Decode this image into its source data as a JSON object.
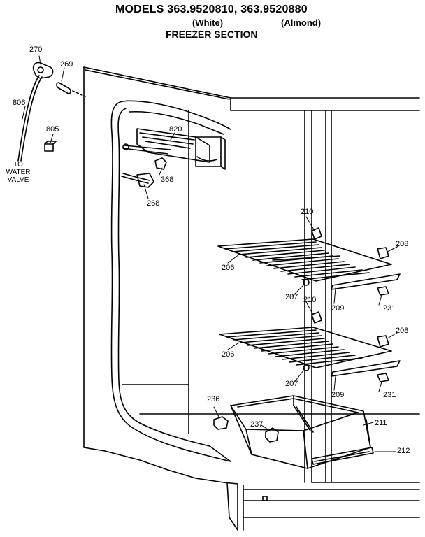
{
  "header": {
    "models": "MODELS 363.9520810, 363.9520880",
    "white": "(White)",
    "almond": "(Almond)",
    "section": "FREEZER SECTION"
  },
  "labels": {
    "p270": "270",
    "p269": "269",
    "p806": "806",
    "p805": "805",
    "to_water_1": "TO",
    "to_water_2": "WATER",
    "to_water_3": "VALVE",
    "p820": "820",
    "p368": "368",
    "p268": "268",
    "p210a": "210",
    "p208a": "208",
    "p206a": "206",
    "p207a": "207",
    "p210b": "210",
    "p209a": "209",
    "p231a": "231",
    "p208b": "208",
    "p206b": "206",
    "p207b": "207",
    "p209b": "209",
    "p231b": "231",
    "p236": "236",
    "p237": "237",
    "p211": "211",
    "p212": "212"
  }
}
